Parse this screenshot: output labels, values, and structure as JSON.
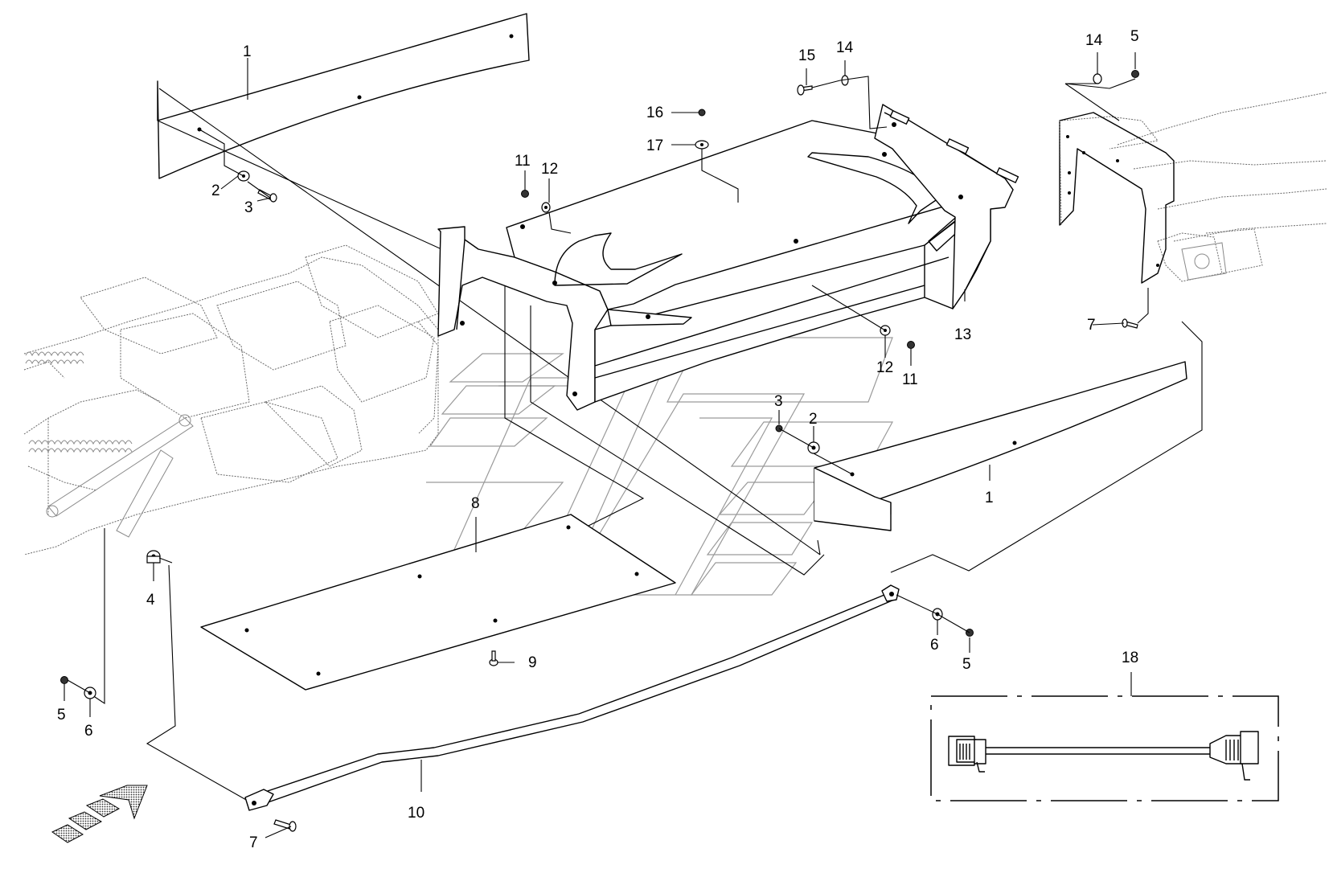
{
  "diagram": {
    "callouts": {
      "c1a": "1",
      "c1b": "1",
      "c2a": "2",
      "c2b": "2",
      "c3a": "3",
      "c3b": "3",
      "c4": "4",
      "c5a": "5",
      "c5b": "5",
      "c5c": "5",
      "c6a": "6",
      "c6b": "6",
      "c7a": "7",
      "c7b": "7",
      "c8": "8",
      "c9": "9",
      "c10": "10",
      "c11a": "11",
      "c11b": "11",
      "c12a": "12",
      "c12b": "12",
      "c13": "13",
      "c14a": "14",
      "c14b": "14",
      "c15": "15",
      "c16": "16",
      "c17": "17",
      "c18": "18"
    }
  }
}
